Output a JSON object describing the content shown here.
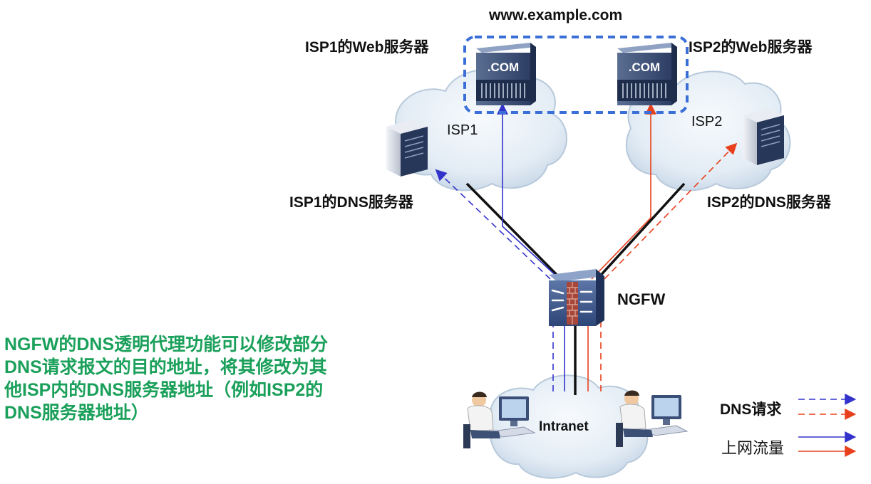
{
  "domain_title": "www.example.com",
  "labels": {
    "isp1_web": "ISP1的Web服务器",
    "isp2_web": "ISP2的Web服务器",
    "isp1_dns": "ISP1的DNS服务器",
    "isp2_dns": "ISP2的DNS服务器",
    "isp1": "ISP1",
    "isp2": "ISP2",
    "ngfw": "NGFW",
    "intranet": "Intranet",
    "com_badge": ".COM"
  },
  "description": {
    "lines": [
      "NGFW的DNS透明代理功能可以修改部分",
      "DNS请求报文的目的地址，将其修改为其",
      "他ISP内的DNS服务器地址（例如ISP2的",
      "DNS服务器地址）"
    ],
    "color": "#1aa05a"
  },
  "legend": {
    "dns_request": "DNS请求",
    "internet_traffic": "上网流量"
  },
  "colors": {
    "blue": "#3333cc",
    "red": "#e8401c",
    "cloud_light": "#eaf1f8",
    "cloud_dark": "#b9ccdf",
    "dashed_box": "#3a6fd8"
  }
}
